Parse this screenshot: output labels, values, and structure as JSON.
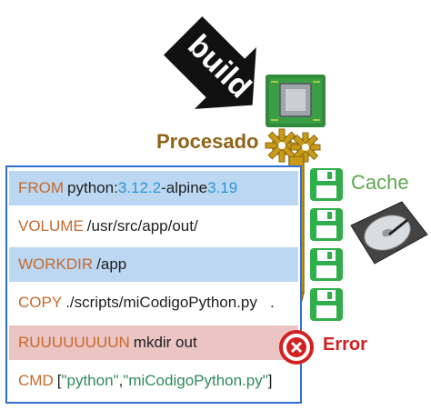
{
  "build": {
    "label": "build"
  },
  "procesado": {
    "label": "Procesado"
  },
  "cache": {
    "label": "Cache",
    "slots": 4
  },
  "error": {
    "label": "Error"
  },
  "dockerfile": {
    "rows": [
      {
        "keyword": "FROM",
        "parts": [
          "python:",
          "3.12.2",
          "-alpine",
          "3.19"
        ],
        "style": "blue"
      },
      {
        "keyword": "VOLUME",
        "text": "/usr/src/app/out/",
        "style": "white"
      },
      {
        "keyword": "WORKDIR",
        "text": "/app",
        "style": "blue"
      },
      {
        "keyword": "COPY",
        "text": "./scripts/miCodigoPython.py   .",
        "style": "white"
      },
      {
        "keyword": "RUUUUUUUUN",
        "text": "mkdir out",
        "style": "red"
      },
      {
        "keyword": "CMD",
        "parts": [
          "[",
          "\"python\"",
          ", ",
          "\"miCodigoPython.py\"",
          "]"
        ],
        "style": "white"
      }
    ]
  },
  "colors": {
    "box_border": "#2f6fd6",
    "row_blue": "#bcd7f2",
    "row_red": "#ebc4c4",
    "keyword": "#c66a2b",
    "gold": "#c99a1a",
    "cache_green": "#2fae4a",
    "error_red": "#d12121"
  },
  "icons": [
    "build-arrow-icon",
    "cpu-chip-icon",
    "gear-icon",
    "floppy-disk-icon",
    "hard-drive-icon",
    "error-x-icon"
  ]
}
